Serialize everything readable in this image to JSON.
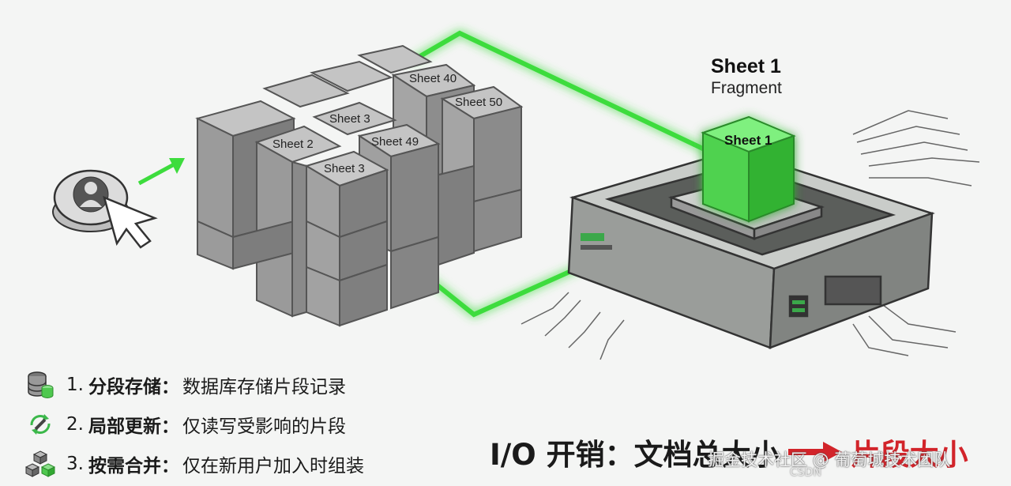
{
  "cube_labels": {
    "sheet_40": "Sheet 40",
    "sheet_50": "Sheet 50",
    "sheet_3_top": "Sheet 3",
    "sheet_49": "Sheet 49",
    "sheet_2": "Sheet 2",
    "sheet_3_front": "Sheet 3"
  },
  "fragment": {
    "title": "Sheet 1",
    "subtitle": "Fragment",
    "cube_label": "Sheet 1"
  },
  "features": [
    {
      "num": "1.",
      "head": "分段存储：",
      "desc": "数据库存储片段记录",
      "icon": "database-icon"
    },
    {
      "num": "2.",
      "head": "局部更新：",
      "desc": "仅读写受影响的片段",
      "icon": "refresh-icon"
    },
    {
      "num": "3.",
      "head": "按需合并：",
      "desc": "仅在新用户加入时组装",
      "icon": "cubes-merge-icon"
    }
  ],
  "io": {
    "prefix": "I/O 开销：",
    "from": "文档总大小",
    "to": "片段大小"
  },
  "watermark": {
    "main": "掘金技术社区 @ 葡萄城技术团队",
    "sub": "CSDN"
  },
  "colors": {
    "accent_green": "#3ddc3d",
    "red": "#d2242a",
    "cube_gray": "#8a8a8a"
  }
}
